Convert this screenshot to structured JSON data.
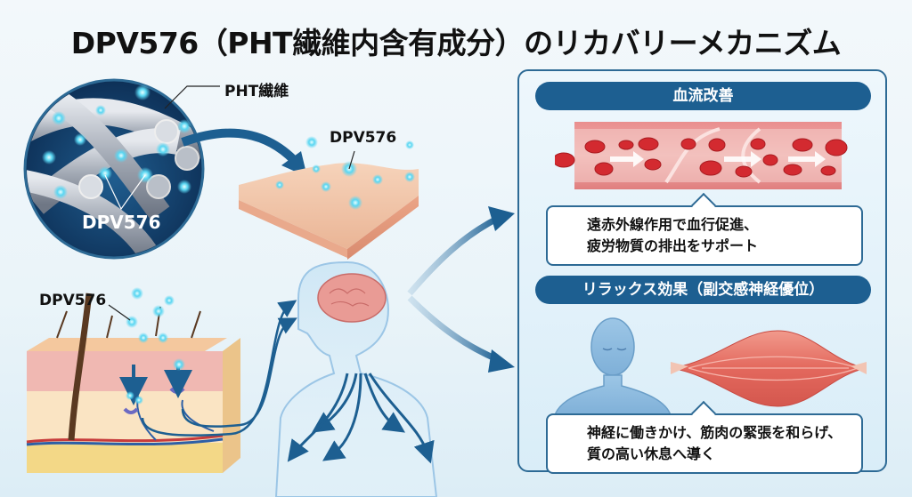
{
  "title": "DPV576（PHT繊維内含有成分）のリカバリーメカニズム",
  "left": {
    "fiber_label": "PHT繊維",
    "fiber_dpv_label": "DPV576",
    "skin_surface_dpv_label": "DPV576",
    "skin_section_dpv_label": "DPV576"
  },
  "right_panel": {
    "blood_flow": {
      "heading": "血流改善",
      "description_lines": [
        "遠赤外線作用で血行促進、",
        "疲労物質の排出をサポート"
      ]
    },
    "relax": {
      "heading": "リラックス効果（副交感神経優位）",
      "description_lines": [
        "神経に働きかけ、筋肉の緊張を和らげ、",
        "質の高い休息へ導く"
      ]
    }
  },
  "colors": {
    "accent_blue": "#1d5f91",
    "panel_border": "#2d6a95",
    "particle": "#59d6f2",
    "blood_red": "#d32a30",
    "vessel": "#e88a8a",
    "muscle": "#e5736a",
    "skin": "#f2c4a5"
  }
}
